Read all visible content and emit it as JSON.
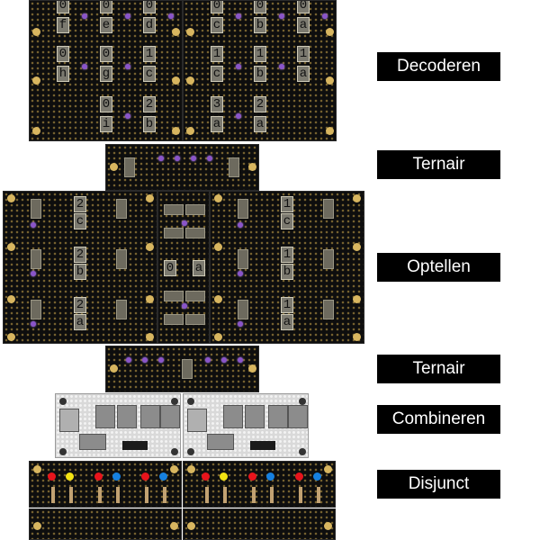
{
  "labels": {
    "decoderen": "Decoderen",
    "ternair_1": "Ternair",
    "optellen": "Optellen",
    "ternair_2": "Ternair",
    "combineren": "Combineren",
    "disjunct": "Disjunct"
  },
  "decoder_cells": {
    "row1": [
      [
        "0",
        "f"
      ],
      [
        "0",
        "e"
      ],
      [
        "0",
        "d"
      ],
      [
        "0",
        "c"
      ],
      [
        "0",
        "b"
      ],
      [
        "0",
        "a"
      ]
    ],
    "row2": [
      [
        "0",
        "h"
      ],
      [
        "0",
        "g"
      ],
      [
        "1",
        "c"
      ],
      [
        "1",
        "c"
      ],
      [
        "1",
        "b"
      ],
      [
        "1",
        "a"
      ]
    ],
    "row3": [
      [
        "0",
        "i"
      ],
      [
        "2",
        "b"
      ],
      [
        "3",
        "a"
      ],
      [
        "2",
        "a"
      ]
    ]
  },
  "adder_cells": {
    "left": [
      [
        "2",
        "c"
      ],
      [
        "2",
        "b"
      ],
      [
        "2",
        "a"
      ]
    ],
    "right": [
      [
        "1",
        "c"
      ],
      [
        "1",
        "b"
      ],
      [
        "1",
        "a"
      ]
    ],
    "center": [
      "0",
      "a"
    ]
  },
  "colors": {
    "board": "#0e0e0e",
    "gold": "#d8b660",
    "led_purple": "#8a55c9",
    "label_bg": "#000000",
    "label_text": "#ffffff",
    "led_red": "#e8141c",
    "led_yellow": "#f3e313",
    "led_blue": "#1680e0"
  }
}
